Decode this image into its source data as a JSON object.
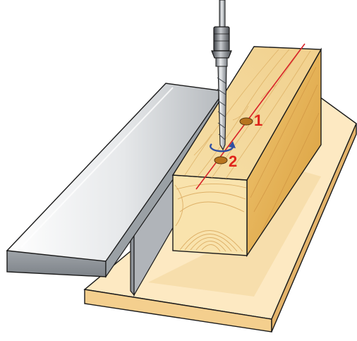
{
  "markers": [
    {
      "id": "1",
      "label": "1"
    },
    {
      "id": "2",
      "label": "2"
    }
  ],
  "colors": {
    "marker": "#e0241b",
    "hole": "#b8741f",
    "rotation_arrow": "#2f4fa2",
    "center_line": "#d8232a",
    "wood_top": "#f3d79a",
    "wood_end": "#f8e1a9",
    "wood_side": "#e8b75d",
    "base_board": "#fbe4b6",
    "fence_metal": "#c8cbcf"
  },
  "icons": [
    "drill-bit-icon",
    "chuck-icon",
    "rotation-arrow-icon"
  ]
}
